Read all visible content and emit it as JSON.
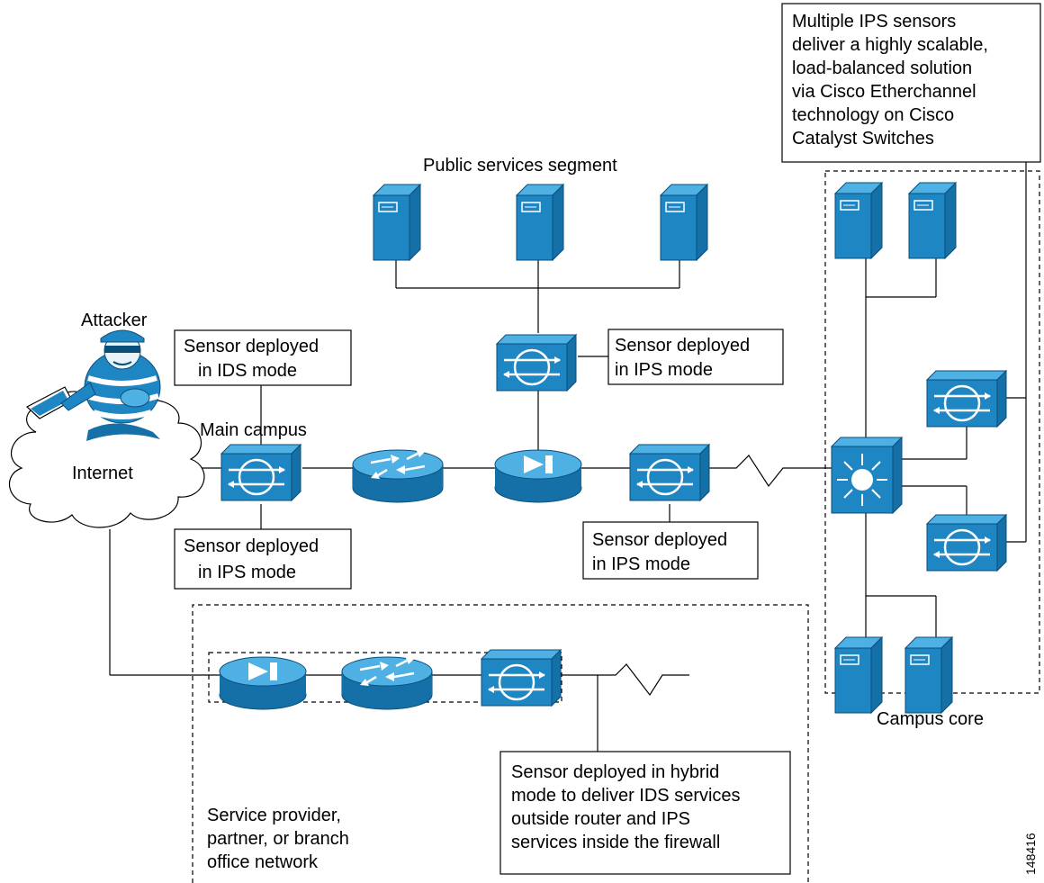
{
  "labels": {
    "ips_sensors_note": [
      "Multiple IPS sensors",
      "deliver a highly scalable,",
      "load-balanced solution",
      "via Cisco Etherchannel",
      "technology on Cisco",
      "Catalyst Switches"
    ],
    "public_services": "Public services segment",
    "attacker": "Attacker",
    "internet": "Internet",
    "main_campus": "Main campus",
    "sensor_ids_top": [
      "Sensor deployed",
      "in IDS mode"
    ],
    "sensor_ips_left": [
      "Sensor deployed",
      "in IPS mode"
    ],
    "sensor_ips_center_top": [
      "Sensor deployed",
      "in IPS mode"
    ],
    "sensor_ips_center_bottom": [
      "Sensor deployed",
      "in IPS mode"
    ],
    "hybrid_note": [
      "Sensor deployed in hybrid",
      "mode to deliver IDS services",
      "outside router and IPS",
      "services inside the firewall"
    ],
    "service_provider": [
      "Service provider,",
      "partner, or branch",
      "office network"
    ],
    "campus_core": "Campus core",
    "figure_id": "148416"
  },
  "icons": {
    "server": "server-tower-icon",
    "sensor": "ips-sensor-icon",
    "router": "router-icon",
    "firewall": "firewall-icon",
    "switch": "multilayer-switch-icon",
    "cloud": "cloud-icon",
    "attacker": "attacker-figure-icon"
  },
  "colors": {
    "device_blue": "#1f86c4",
    "device_top": "#4fb0e4",
    "device_side": "#1570a8"
  }
}
